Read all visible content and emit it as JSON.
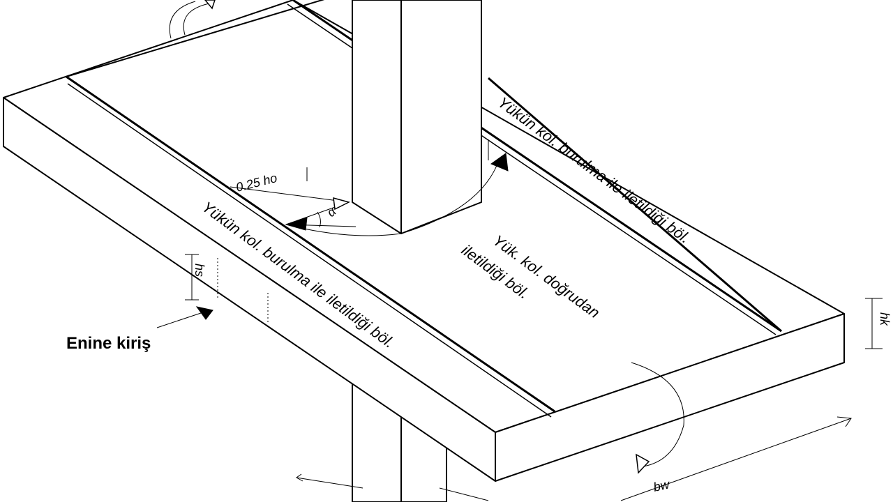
{
  "labels": {
    "torsion_front": "Yükün kol. burulma ile iletildiği böl.",
    "torsion_back": "Yükün kol. burulma ile iletildiği böl.",
    "direct_line1": "Yük. kol. doğrudan",
    "direct_line2": "iletildiği böl.",
    "transverse_beam": "Enine kiriş",
    "dim_025ho": "0.25 ho",
    "dim_alpha": "α",
    "dim_hs": "hs",
    "dim_hk": "hk",
    "dim_bw": "bw"
  }
}
